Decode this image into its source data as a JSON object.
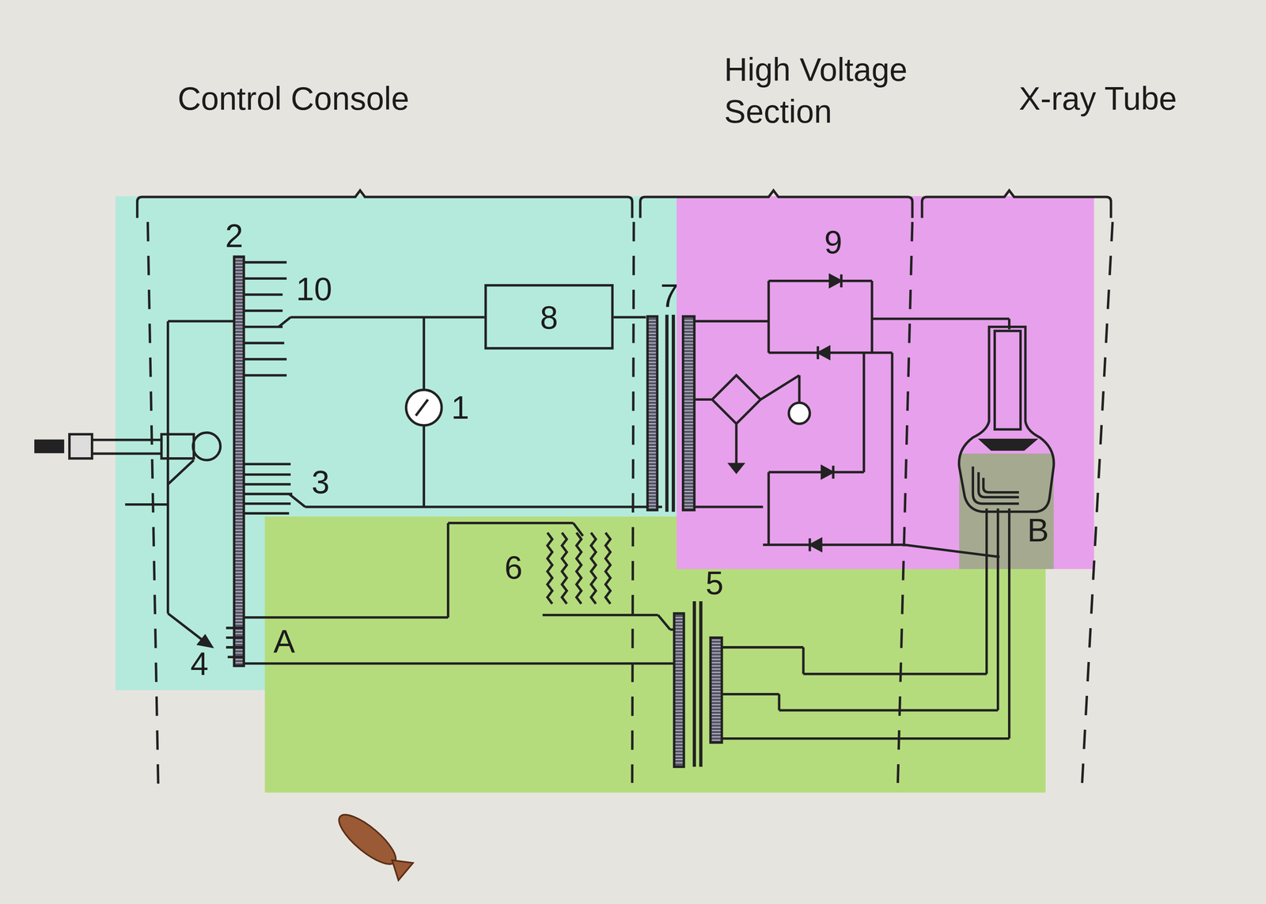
{
  "diagram": {
    "nodes": [
      {
        "text": [
          "8"
        ]
      },
      {
        "text": [
          "B"
        ]
      }
    ],
    "labels": [
      "Control Console",
      "High Voltage Section",
      "X-ray Tube",
      "9",
      "2",
      "10",
      "7",
      "1",
      "3",
      "6",
      "5",
      "A",
      "4"
    ]
  }
}
